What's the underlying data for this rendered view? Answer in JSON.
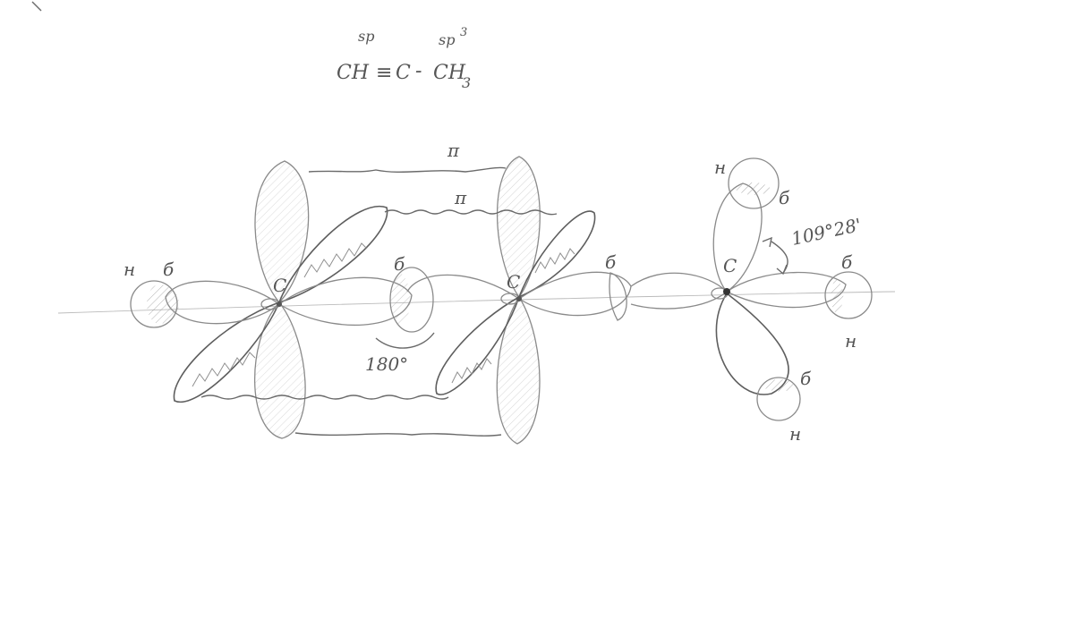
{
  "formula": {
    "left": "CH",
    "triple": "≡",
    "mid": "C",
    "dash": "-",
    "right": "CH",
    "sub": "3",
    "hyb_left": "sp",
    "hyb_right": "sp",
    "hyb_right_sup": "3"
  },
  "labels": {
    "pi_top": "π",
    "pi_second": "π",
    "atom_c1": "C",
    "atom_c2": "C",
    "atom_c3": "C",
    "h_left": "н",
    "sigma_left": "б",
    "sigma_mid": "б",
    "sigma_c2_right": "б",
    "sigma_top_h": "б",
    "h_top": "н",
    "sigma_right_h": "б",
    "h_right": "н",
    "sigma_bottom_h": "б",
    "h_bottom": "н",
    "angle_linear": "180°",
    "angle_tetra": "109°28'"
  },
  "colors": {
    "pencil": "#6a6a6a",
    "pencil_light": "#9a9a9a",
    "background": "#ffffff"
  }
}
